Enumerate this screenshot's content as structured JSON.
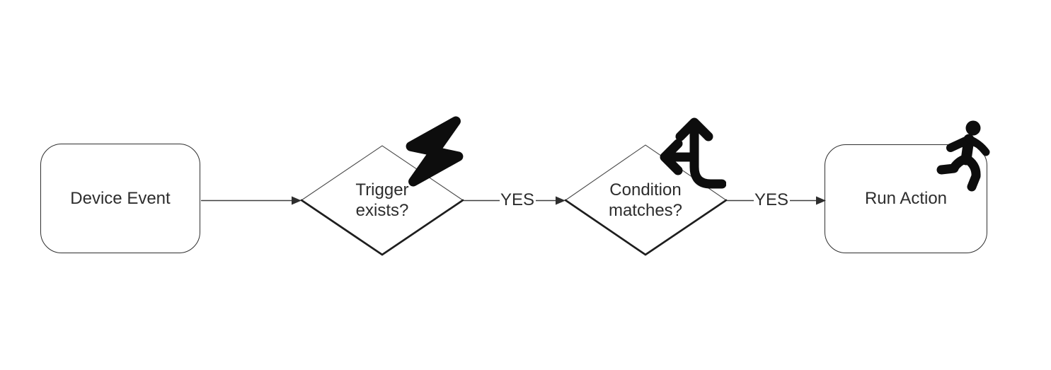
{
  "canvas": {
    "background": "#ffffff"
  },
  "colors": {
    "background": "#ffffff",
    "shape_stroke": "#2f2f2f",
    "diamond_edge_light": "#4a4a4a",
    "diamond_edge_dark": "#1e1e1e",
    "connector": "#3f3f3f",
    "arrowhead": "#2e2e2e",
    "text": "#2d2d2d",
    "icon": "#0d0d0d"
  },
  "flow": {
    "nodes": {
      "device_event": {
        "type": "process",
        "label": "Device Event"
      },
      "trigger_check": {
        "type": "decision",
        "label": "Trigger exists?",
        "lines": [
          "Trigger",
          "exists?"
        ],
        "icon": "lightning-bolt-icon"
      },
      "condition_check": {
        "type": "decision",
        "label": "Condition matches?",
        "lines": [
          "Condition",
          "matches?"
        ],
        "icon": "arrows-split-up-left-icon"
      },
      "run_action": {
        "type": "process",
        "label": "Run Action",
        "icon": "person-running-icon"
      }
    },
    "edges": [
      {
        "from": "device_event",
        "to": "trigger_check",
        "label": ""
      },
      {
        "from": "trigger_check",
        "to": "condition_check",
        "label": "YES"
      },
      {
        "from": "condition_check",
        "to": "run_action",
        "label": "YES"
      }
    ]
  }
}
